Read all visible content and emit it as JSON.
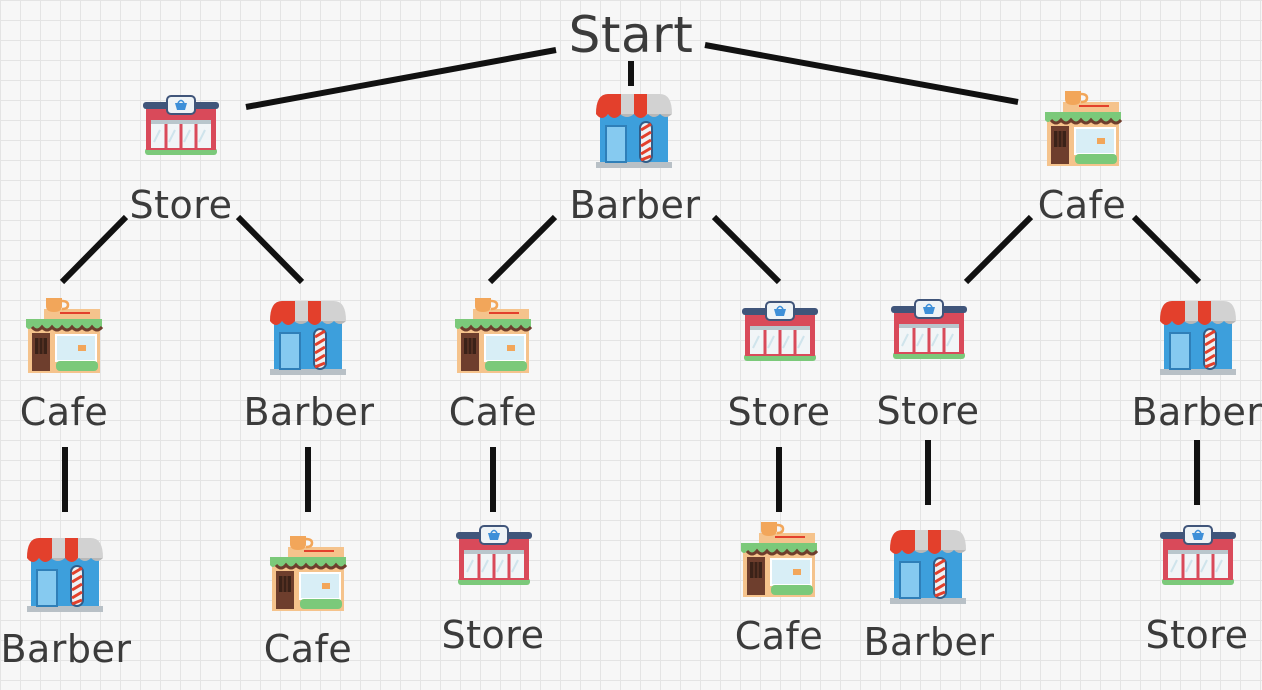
{
  "tree": {
    "root": {
      "label": "Start"
    },
    "level1": [
      {
        "label": "Store",
        "icon": "store-icon"
      },
      {
        "label": "Barber",
        "icon": "barber-icon"
      },
      {
        "label": "Cafe",
        "icon": "cafe-icon"
      }
    ],
    "level2": [
      {
        "label": "Cafe",
        "icon": "cafe-icon"
      },
      {
        "label": "Barber",
        "icon": "barber-icon"
      },
      {
        "label": "Cafe",
        "icon": "cafe-icon"
      },
      {
        "label": "Store",
        "icon": "store-icon"
      },
      {
        "label": "Store",
        "icon": "store-icon"
      },
      {
        "label": "Barber",
        "icon": "barber-icon"
      }
    ],
    "level3": [
      {
        "label": "Barber",
        "icon": "barber-icon"
      },
      {
        "label": "Cafe",
        "icon": "cafe-icon"
      },
      {
        "label": "Store",
        "icon": "store-icon"
      },
      {
        "label": "Cafe",
        "icon": "cafe-icon"
      },
      {
        "label": "Barber",
        "icon": "barber-icon"
      },
      {
        "label": "Store",
        "icon": "store-icon"
      }
    ]
  },
  "colors": {
    "edge": "#111111",
    "store_awning": "#d94a5a",
    "barber_awning_red": "#e3402c",
    "barber_wall": "#3d9fdc",
    "cafe_wall": "#f5c38c",
    "cafe_door": "#6e3e2d"
  }
}
